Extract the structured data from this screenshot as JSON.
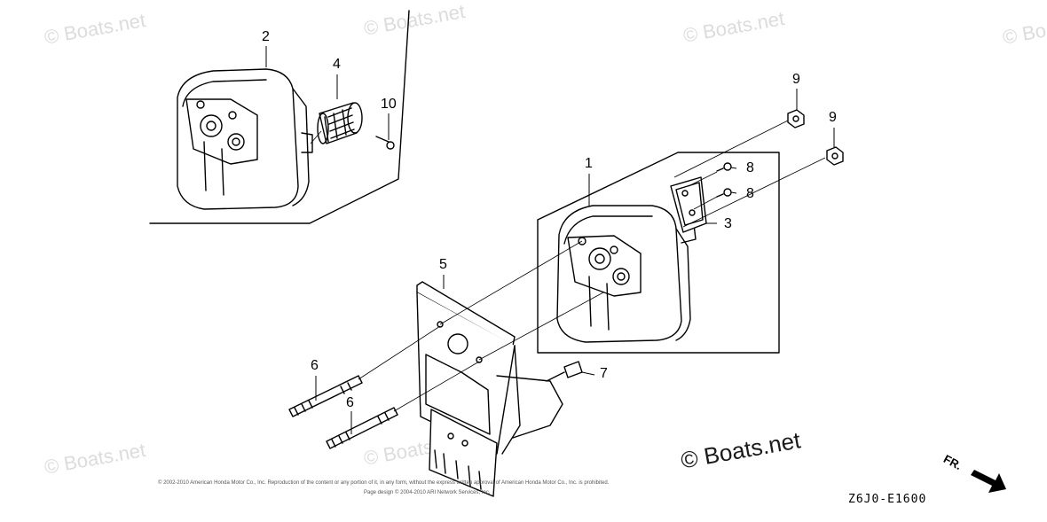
{
  "watermarks": {
    "faint": "© Boats.net",
    "main": "© Boats.net"
  },
  "callouts": {
    "c1": "1",
    "c2": "2",
    "c3": "3",
    "c4": "4",
    "c5": "5",
    "c6a": "6",
    "c6b": "6",
    "c7": "7",
    "c8a": "8",
    "c8b": "8",
    "c9a": "9",
    "c9b": "9",
    "c10": "10"
  },
  "diagram_code": "Z6J0-E1600",
  "direction_label": "FR.",
  "copyright_line1": "© 2002-2010 American Honda Motor Co., Inc. Reproduction of the content or any portion of it, in any form, without the express written approval of American Honda Motor Co., Inc. is prohibited.",
  "copyright_line2": "Page design © 2004-2010 ARI Network Services, Inc."
}
